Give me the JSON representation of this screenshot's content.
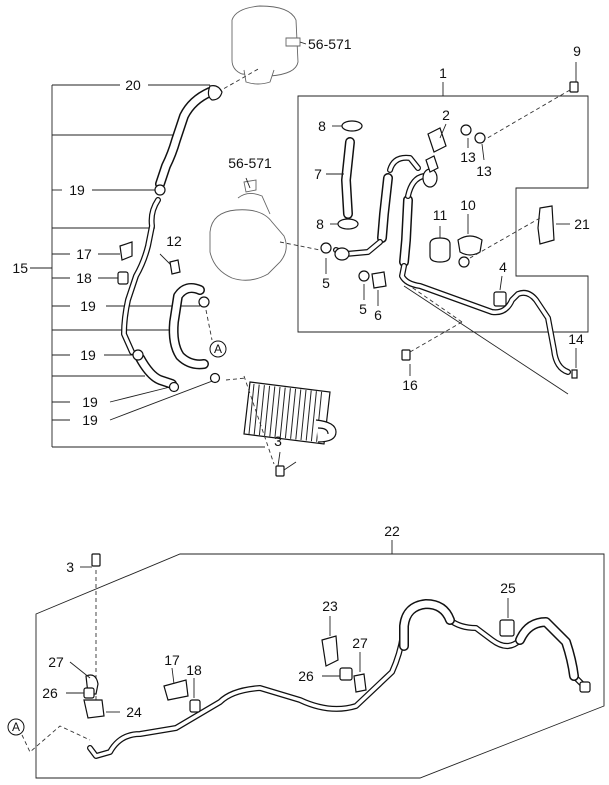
{
  "upper": {
    "main_label": "15",
    "box_label": "1",
    "items": {
      "n20": "20",
      "n19a": "19",
      "n17": "17",
      "n18": "18",
      "n19b": "19",
      "n19c": "19",
      "n19d": "19",
      "n19e": "19",
      "n12": "12",
      "n8a": "8",
      "n7": "7",
      "n8b": "8",
      "n5a": "5",
      "n5b": "5",
      "n6": "6",
      "n2": "2",
      "n13a": "13",
      "n13b": "13",
      "n11": "11",
      "n10": "10",
      "n9": "9",
      "n21": "21",
      "n4": "4",
      "n14": "14",
      "n16": "16",
      "n3": "3"
    },
    "ref_top": "56-571",
    "ref_mid": "56-571",
    "callout_a": "A"
  },
  "lower": {
    "box_label": "22",
    "items": {
      "n3": "3",
      "n27a": "27",
      "n26a": "26",
      "n24": "24",
      "n17": "17",
      "n18": "18",
      "n23": "23",
      "n27b": "27",
      "n26b": "26",
      "n25": "25"
    },
    "callout_a": "A"
  }
}
